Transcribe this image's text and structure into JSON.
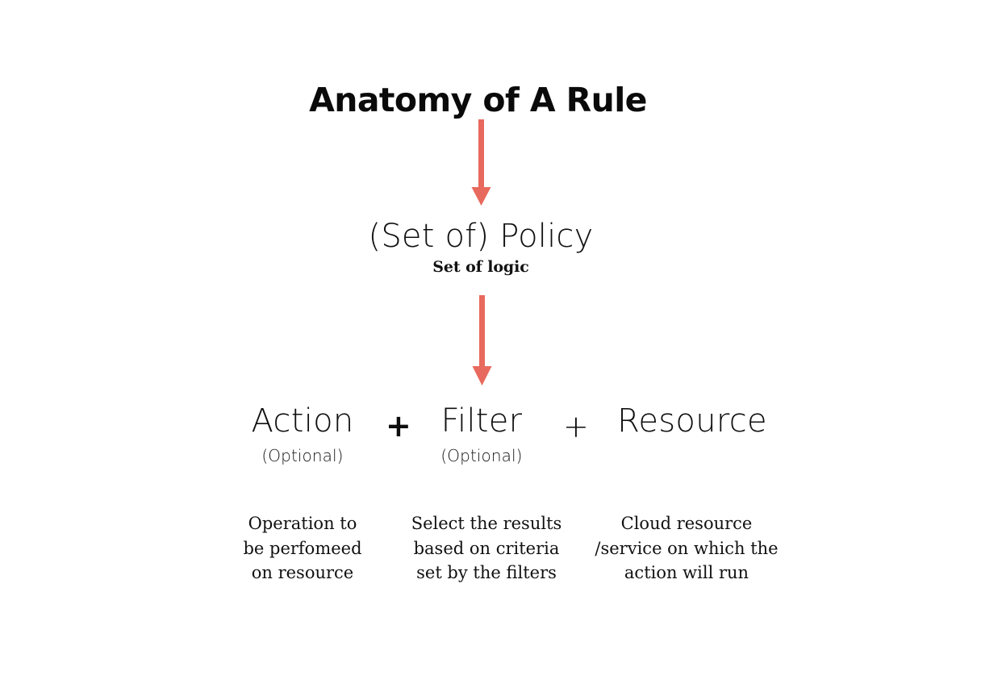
{
  "title": "Anatomy of A Rule",
  "colors": {
    "arrow": "#E8695D",
    "text": "#101010",
    "background": "#FFFFFF"
  },
  "policy": {
    "heading": "(Set of) Policy",
    "subtitle": "Set of logic"
  },
  "arrows": [
    {
      "name": "arrow-title-to-policy",
      "from": "Anatomy of A Rule",
      "to": "(Set of) Policy"
    },
    {
      "name": "arrow-policy-to-formula",
      "from": "(Set of) Policy",
      "to": "Action + Filter + Resource"
    }
  ],
  "formula": {
    "operators": [
      "+",
      "+"
    ],
    "terms": [
      {
        "word": "Action",
        "optional": "(Optional)",
        "description": [
          "Operation to",
          "be perfomeed",
          "on resource"
        ]
      },
      {
        "word": "Filter",
        "optional": "(Optional)",
        "description": [
          "Select the results",
          "based on criteria",
          "set by the filters"
        ]
      },
      {
        "word": "Resource",
        "optional": "",
        "description": [
          "Cloud resource",
          "/service on which the",
          "action will run"
        ]
      }
    ]
  }
}
